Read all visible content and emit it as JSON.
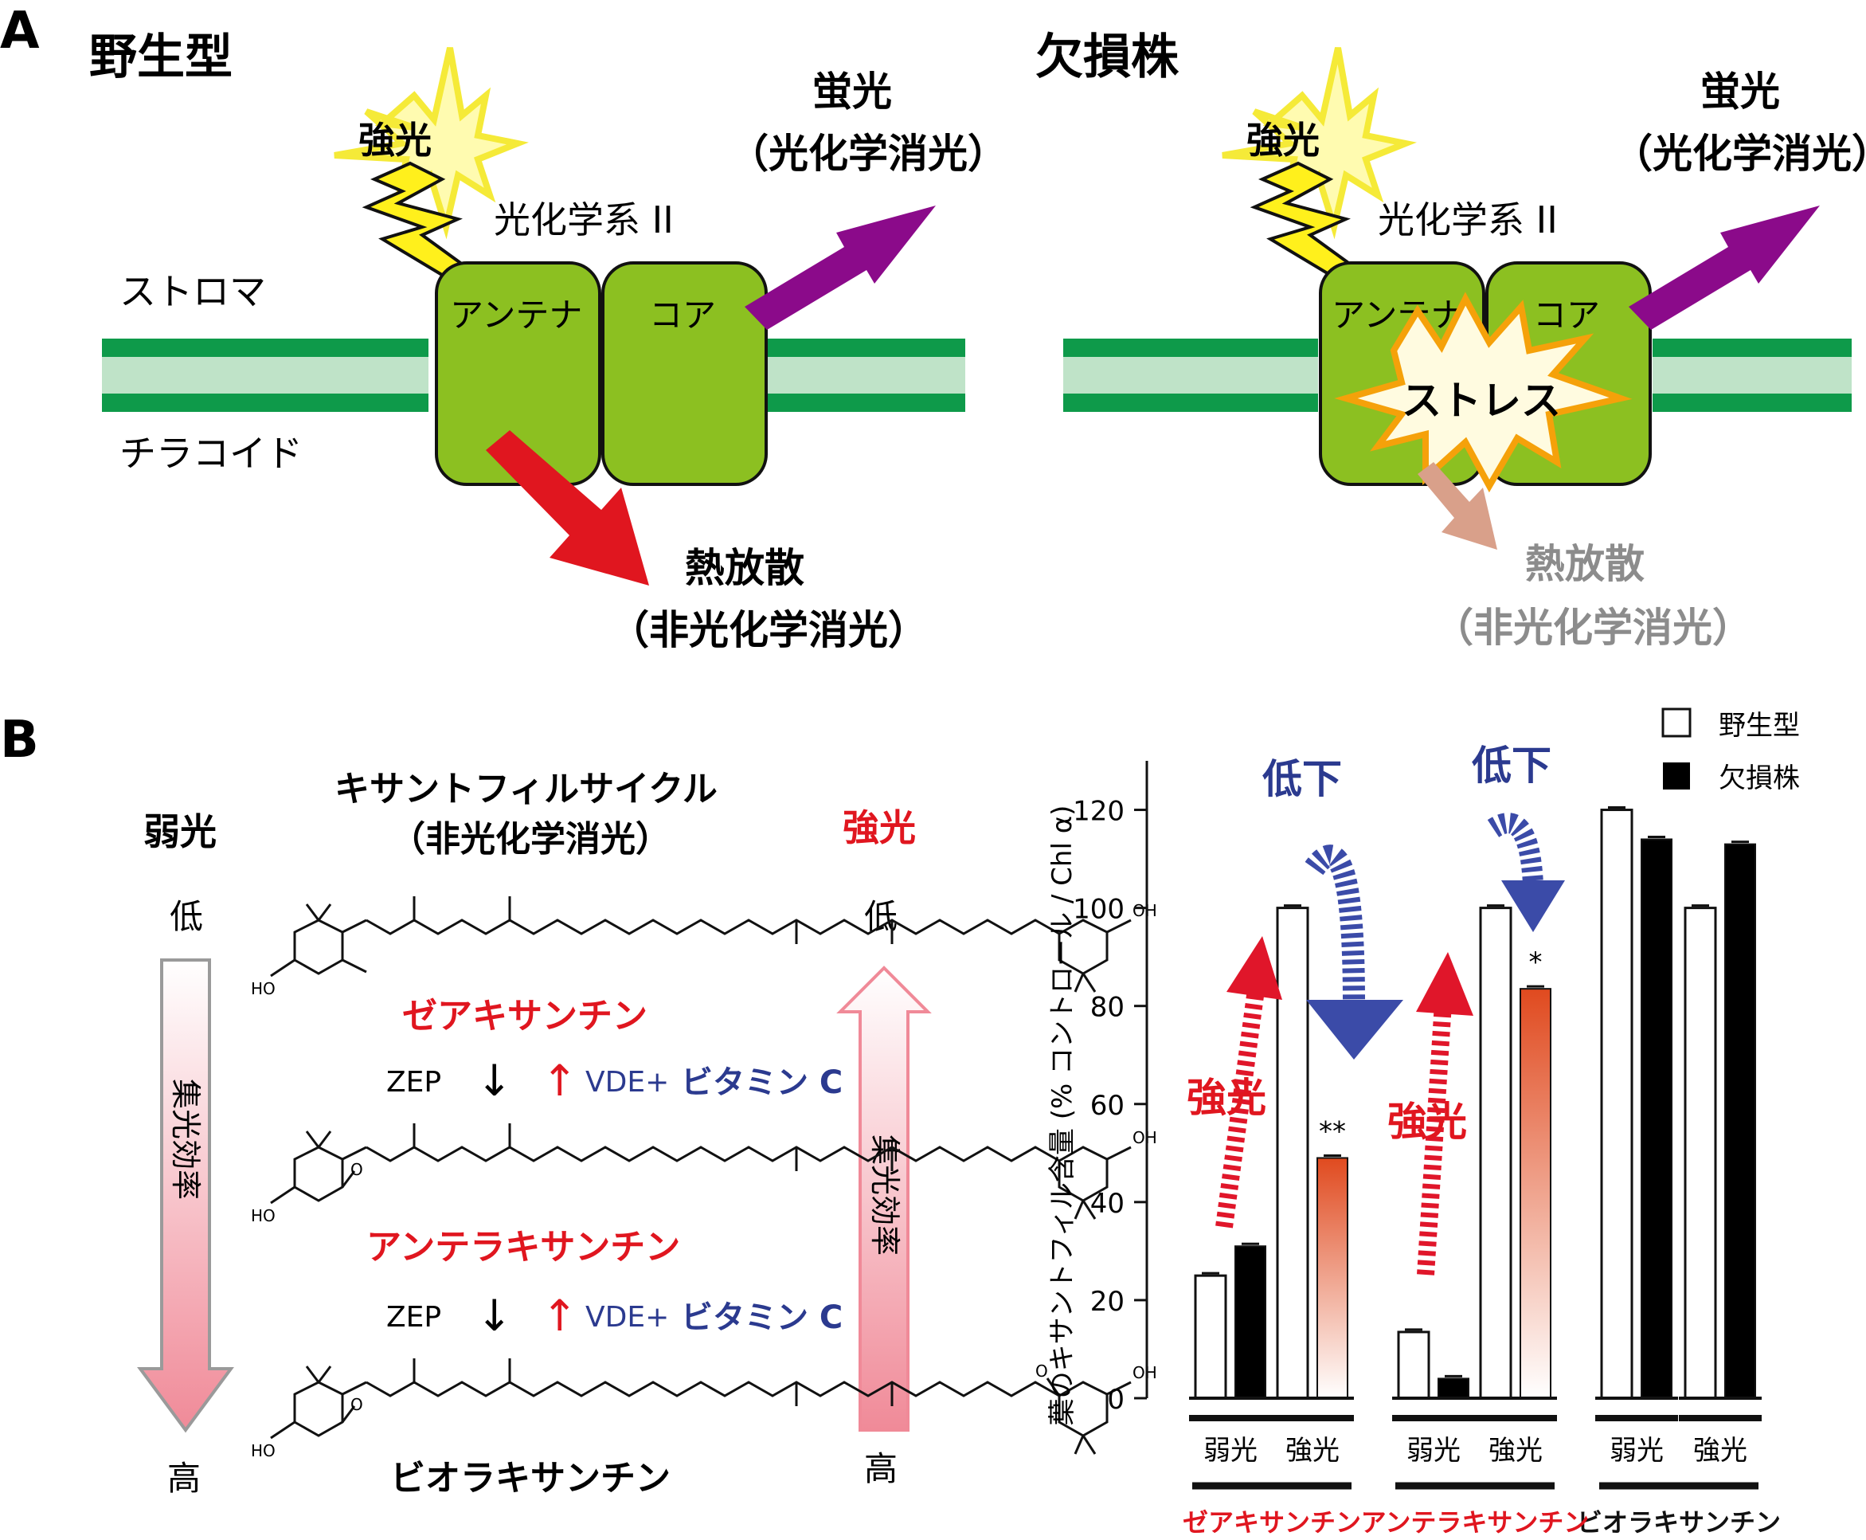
{
  "panelA": {
    "label": "A",
    "wild": {
      "title": "野生型",
      "strong_light": "強光",
      "fluorescence": "蛍光",
      "photochemical": "（光化学消光）",
      "psii": "光化学系 II",
      "stroma": "ストロマ",
      "thylakoid": "チラコイド",
      "antenna": "アンテナ",
      "core": "コア",
      "heat": "熱放散",
      "npq": "（非光化学消光）"
    },
    "mutant": {
      "title": "欠損株",
      "strong_light": "強光",
      "fluorescence": "蛍光",
      "photochemical": "（光化学消光）",
      "psii": "光化学系 II",
      "antenna": "アンテナ",
      "core": "コア",
      "stress": "ストレス",
      "heat": "熱放散",
      "npq": "（非光化学消光）"
    }
  },
  "panelB": {
    "label": "B",
    "weak_light": "弱光",
    "strong_light": "強光",
    "low": "低",
    "high": "高",
    "efficiency": "集光効率",
    "cycle_title": "キサントフィルサイクル",
    "cycle_subtitle": "（非光化学消光）",
    "zeaxanthin": "ゼアキサンチン",
    "antheraxanthin": "アンテラキサンチン",
    "violaxanthin": "ビオラキサンチン",
    "zep": "ZEP",
    "vde": "VDE+",
    "vitc": "ビタミン C",
    "oh": "OH",
    "ho": "HO",
    "o": "O",
    "colors": {
      "red": "#e0161f",
      "blue": "#2b3a8f",
      "green": "#8cc021",
      "purple": "#8b0a8a"
    }
  },
  "chart_data": {
    "type": "bar",
    "ylabel": "葉のキサントフィル含量 (% コントロール / Chl α)",
    "ylim": [
      0,
      130
    ],
    "yticks": [
      0,
      20,
      40,
      60,
      80,
      100,
      120
    ],
    "legend": [
      "野生型",
      "欠損株"
    ],
    "legend_position": "top-right",
    "groups": [
      "ゼアキサンチン",
      "アンテラキサンチン",
      "ビオラキサンチン"
    ],
    "conditions": [
      "弱光",
      "強光"
    ],
    "series": [
      {
        "name": "野生型",
        "values": [
          25,
          100,
          13.5,
          100,
          120,
          100
        ]
      },
      {
        "name": "欠損株",
        "values": [
          31,
          49,
          4,
          83.5,
          114,
          113
        ]
      }
    ],
    "significance": [
      "",
      "**",
      "",
      "*",
      "",
      ""
    ],
    "annotations": {
      "increase": "強光",
      "decrease": "低下"
    }
  }
}
